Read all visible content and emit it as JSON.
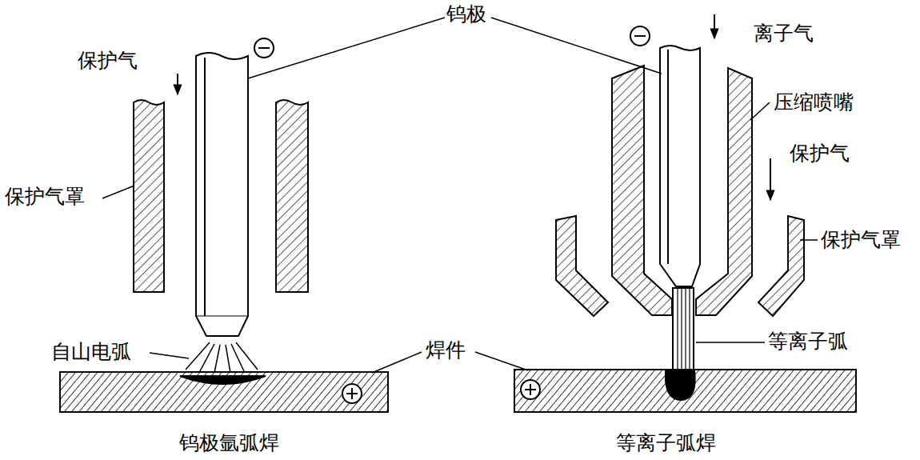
{
  "diagram": {
    "labels": [
      "钨极",
      "离子气",
      "保护气",
      "压缩喷嘴",
      "保护气",
      "保护气罩",
      "保护气罩",
      "自山电弧",
      "焊件",
      "等离子弧",
      "钨极氩弧焊",
      "等离子弧焊"
    ]
  }
}
